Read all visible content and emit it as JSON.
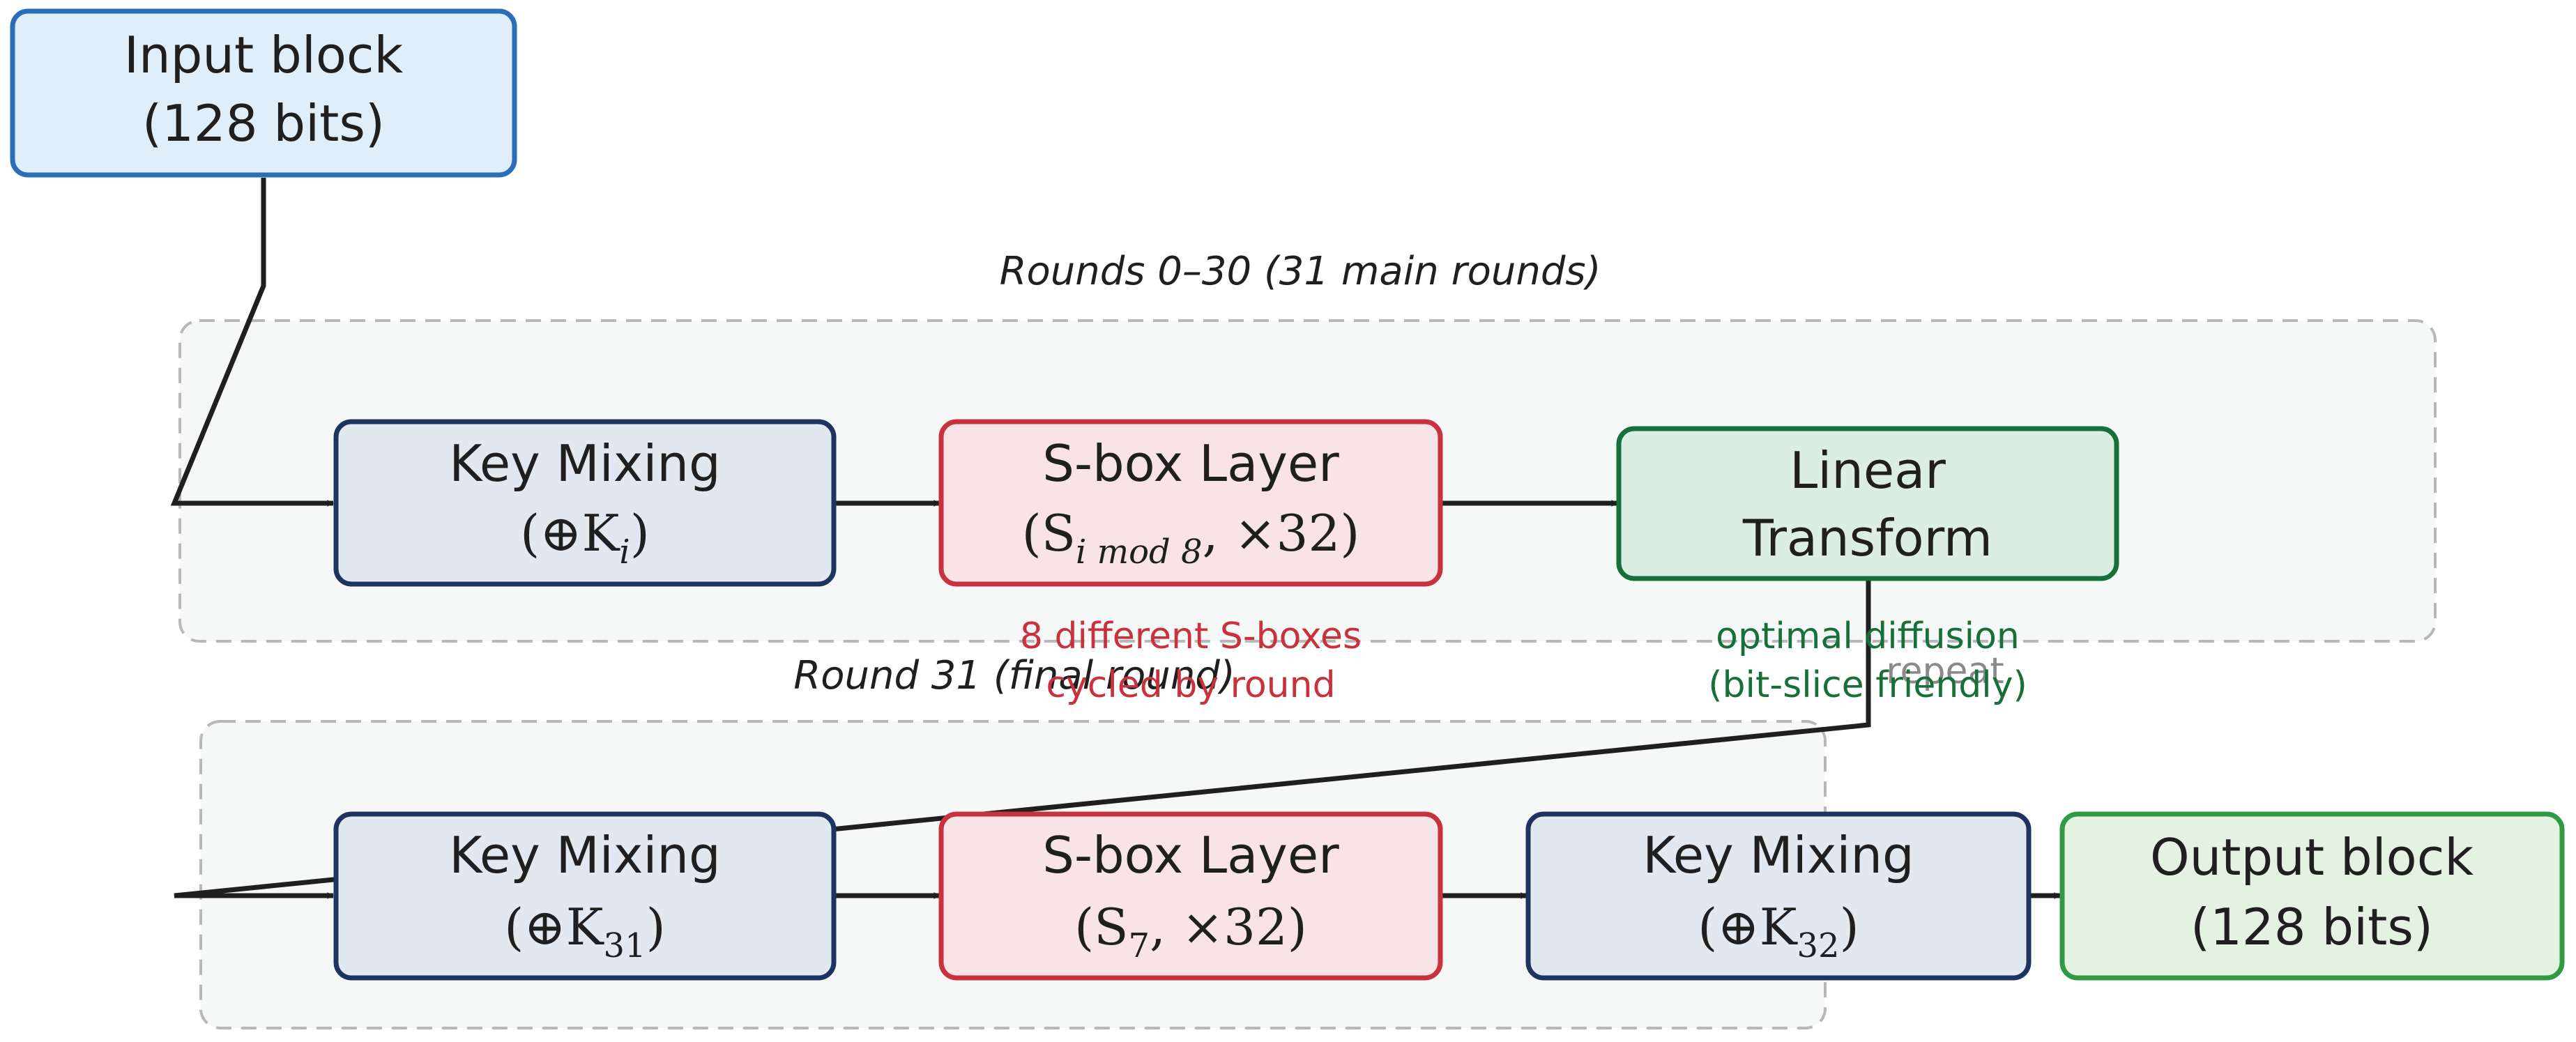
{
  "colors": {
    "input_fill": "#dfeef8",
    "input_stroke": "#2a6db8",
    "key_fill": "#e1e8f0",
    "key_stroke": "#1d3360",
    "sbox_fill": "#f8e4e6",
    "sbox_stroke": "#c8323c",
    "linear_fill": "#dceee4",
    "linear_stroke": "#17703a",
    "output_fill": "#e4f2e2",
    "output_stroke": "#2e9a45",
    "group_fill": "#f6f8f8",
    "group_stroke": "#b8b8b8",
    "arrow": "#1f1f1f",
    "note_red": "#c8323c",
    "note_green": "#17703a",
    "note_gray": "#8a8a8a"
  },
  "input_block": {
    "line1": "Input block",
    "line2": "(128 bits)"
  },
  "main_rounds": {
    "label": "Rounds 0–30 (31 main rounds)"
  },
  "final_round": {
    "label": "Round 31 (final round)"
  },
  "key_mixing_1": {
    "title": "Key Mixing",
    "op": "(⊕K",
    "sub": "i",
    "close": ")"
  },
  "sbox_layer_1": {
    "title": "S-box Layer",
    "op": "(S",
    "sub": "i mod 8",
    "rest": ", ×32)"
  },
  "linear_transform": {
    "line1": "Linear",
    "line2": "Transform"
  },
  "sbox_note": {
    "line1": "8 different S-boxes",
    "line2": "cycled by round"
  },
  "linear_note": {
    "line1": "optimal diffusion",
    "line2": "(bit-slice friendly)"
  },
  "repeat_note": "repeat",
  "key_mixing_2": {
    "title": "Key Mixing",
    "op": "(⊕K",
    "sub": "31",
    "close": ")"
  },
  "sbox_layer_2": {
    "title": "S-box Layer",
    "op": "(S",
    "sub": "7",
    "rest": ", ×32)"
  },
  "key_mixing_3": {
    "title": "Key Mixing",
    "op": "(⊕K",
    "sub": "32",
    "close": ")"
  },
  "output_block": {
    "line1": "Output block",
    "line2": "(128 bits)"
  }
}
